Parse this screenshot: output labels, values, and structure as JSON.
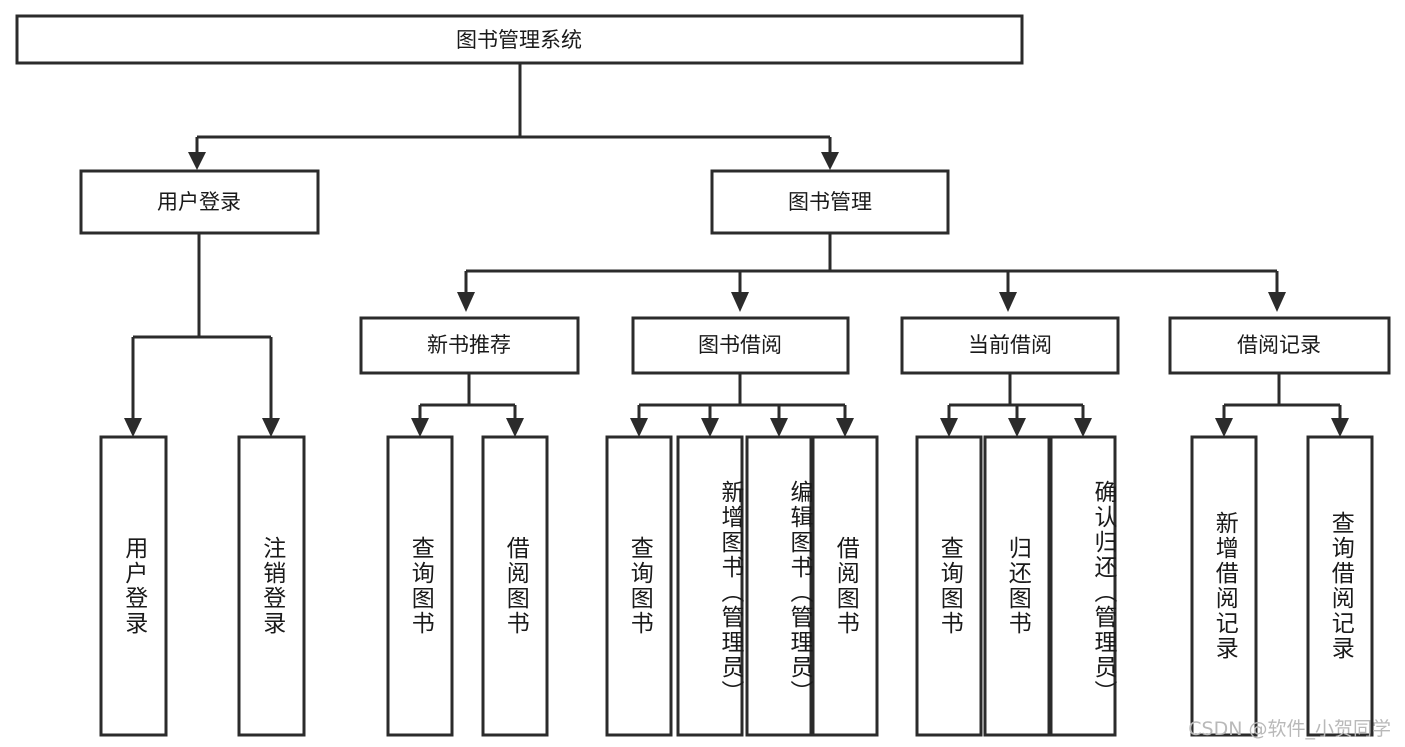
{
  "diagram": {
    "title_node": {
      "label": "图书管理系统"
    },
    "level1": [
      {
        "id": "user-login",
        "label": "用户登录"
      },
      {
        "id": "book-management",
        "label": "图书管理"
      }
    ],
    "level2": [
      {
        "id": "new-book-recommend",
        "label": "新书推荐",
        "parent": "book-management"
      },
      {
        "id": "book-borrow",
        "label": "图书借阅",
        "parent": "book-management"
      },
      {
        "id": "current-borrow",
        "label": "当前借阅",
        "parent": "book-management"
      },
      {
        "id": "borrow-record",
        "label": "借阅记录",
        "parent": "book-management"
      }
    ],
    "leaves": [
      {
        "id": "leaf-user-login",
        "label": "用户登录",
        "parent": "user-login"
      },
      {
        "id": "leaf-logout-login",
        "label": "注销登录",
        "parent": "user-login"
      },
      {
        "id": "leaf-query-book-1",
        "label": "查询图书",
        "parent": "new-book-recommend"
      },
      {
        "id": "leaf-borrow-book-1",
        "label": "借阅图书",
        "parent": "new-book-recommend"
      },
      {
        "id": "leaf-query-book-2",
        "label": "查询图书",
        "parent": "book-borrow"
      },
      {
        "id": "leaf-add-book",
        "label": "新增图书（管理员）",
        "parent": "book-borrow"
      },
      {
        "id": "leaf-edit-book",
        "label": "编辑图书（管理员）",
        "parent": "book-borrow"
      },
      {
        "id": "leaf-borrow-book-2",
        "label": "借阅图书",
        "parent": "book-borrow"
      },
      {
        "id": "leaf-query-book-3",
        "label": "查询图书",
        "parent": "current-borrow"
      },
      {
        "id": "leaf-return-book",
        "label": "归还图书",
        "parent": "current-borrow"
      },
      {
        "id": "leaf-confirm-return",
        "label": "确认归还（管理员）",
        "parent": "current-borrow"
      },
      {
        "id": "leaf-add-record",
        "label": "新增借阅记录",
        "parent": "borrow-record"
      },
      {
        "id": "leaf-query-record",
        "label": "查询借阅记录",
        "parent": "borrow-record"
      }
    ],
    "colors": {
      "box_stroke": "#2b2b2b",
      "box_fill": "#ffffff",
      "text": "#1a1a1a",
      "connector": "#2b2b2b",
      "watermark": "#b9b9b9",
      "background": "#ffffff"
    }
  },
  "watermark": {
    "text": "CSDN @软件_小贺同学"
  }
}
